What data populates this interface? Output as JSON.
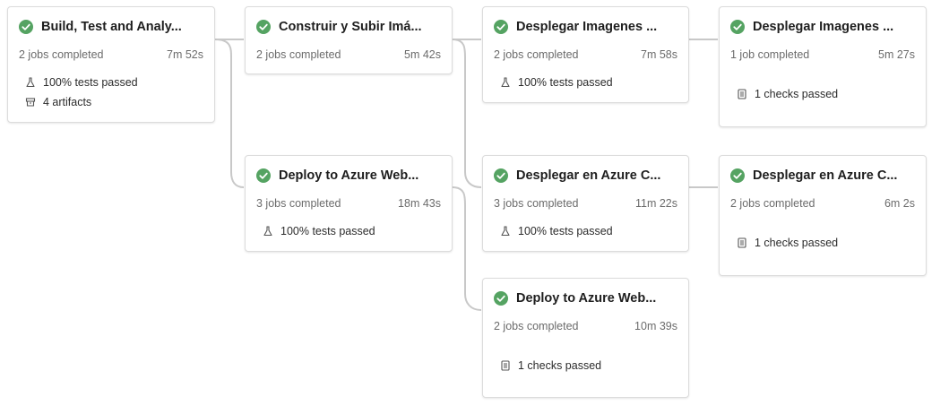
{
  "pipeline": {
    "stages": [
      {
        "title": "Build, Test and Analy...",
        "jobs": "2 jobs completed",
        "duration": "7m 52s",
        "details": [
          {
            "icon": "flask-icon",
            "text": "100% tests passed"
          },
          {
            "icon": "artifact-icon",
            "text": "4 artifacts"
          }
        ]
      },
      {
        "title": "Construir y Subir Imá...",
        "jobs": "2 jobs completed",
        "duration": "5m 42s",
        "details": []
      },
      {
        "title": "Desplegar Imagenes ...",
        "jobs": "2 jobs completed",
        "duration": "7m 58s",
        "details": [
          {
            "icon": "flask-icon",
            "text": "100% tests passed"
          }
        ]
      },
      {
        "title": "Desplegar Imagenes ...",
        "jobs": "1 job completed",
        "duration": "5m 27s",
        "details": [
          {
            "icon": "checklist-icon",
            "text": "1 checks passed"
          }
        ]
      },
      {
        "title": "Deploy to Azure Web...",
        "jobs": "3 jobs completed",
        "duration": "18m 43s",
        "details": [
          {
            "icon": "flask-icon",
            "text": "100% tests passed"
          }
        ]
      },
      {
        "title": "Desplegar en Azure C...",
        "jobs": "3 jobs completed",
        "duration": "11m 22s",
        "details": [
          {
            "icon": "flask-icon",
            "text": "100% tests passed"
          }
        ]
      },
      {
        "title": "Desplegar en Azure C...",
        "jobs": "2 jobs completed",
        "duration": "6m 2s",
        "details": [
          {
            "icon": "checklist-icon",
            "text": "1 checks passed"
          }
        ]
      },
      {
        "title": "Deploy to Azure Web...",
        "jobs": "2 jobs completed",
        "duration": "10m 39s",
        "details": [
          {
            "icon": "checklist-icon",
            "text": "1 checks passed"
          }
        ]
      }
    ]
  },
  "colors": {
    "success": "#55a362",
    "connector": "#c8c8c8",
    "border": "#dcdcdc"
  }
}
